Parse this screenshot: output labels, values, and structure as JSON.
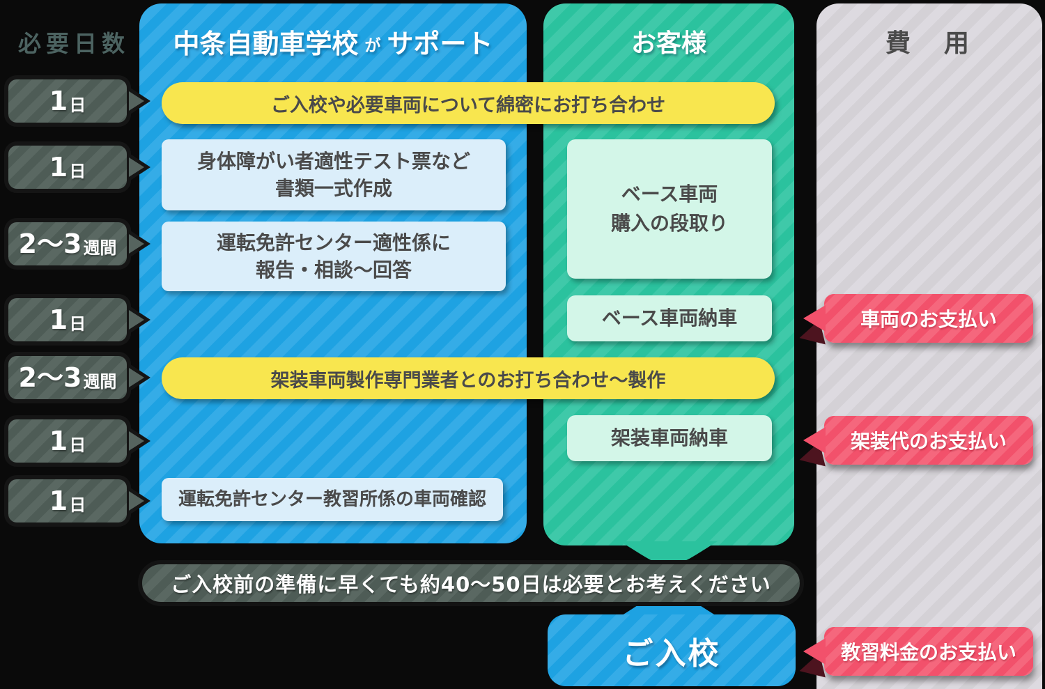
{
  "legend": {
    "title": "必要日数"
  },
  "duration_badges": [
    {
      "value": "1",
      "unit": "日"
    },
    {
      "value": "1",
      "unit": "日"
    },
    {
      "value": "2〜3",
      "unit": "週間"
    },
    {
      "value": "1",
      "unit": "日"
    },
    {
      "value": "2〜3",
      "unit": "週間"
    },
    {
      "value": "1",
      "unit": "日"
    },
    {
      "value": "1",
      "unit": "日"
    }
  ],
  "support_column": {
    "title_school": "中条自動車学校",
    "title_particle": "が",
    "title_role": "サポート",
    "banner1": "ご入校や必要車両について綿密にお打ち合わせ",
    "box1_line1": "身体障がい者適性テスト票など",
    "box1_line2": "書類一式作成",
    "box2_line1": "運転免許センター適性係に",
    "box2_line2": "報告・相談〜回答",
    "banner2": "架装車両製作専門業者とのお打ち合わせ〜製作",
    "box3": "運転免許センター教習所係の車両確認"
  },
  "customer_column": {
    "title": "お客様",
    "box1_line1": "ベース車両",
    "box1_line2": "購入の段取り",
    "box2": "ベース車両納車",
    "box3": "架装車両納車"
  },
  "cost_column": {
    "title": "費　用",
    "badges": [
      "車両のお支払い",
      "架装代のお支払い",
      "教習料金のお支払い"
    ]
  },
  "footer": {
    "note": "ご入校前の準備に早くても約40〜50日は必要とお考えください",
    "enroll": "ご入校"
  },
  "colors": {
    "background": "#0a0a0a",
    "support_blue": "#1EA2E2",
    "customer_green": "#2BC29E",
    "cost_gray": "#D4D1D6",
    "banner_yellow": "#F8E64F",
    "badge_slate": "#5A6862",
    "cost_red": "#F2516B",
    "box_pale_blue": "#DBEEFA",
    "box_mint": "#D3F6E8",
    "text_dark": "#4A4A4A"
  }
}
